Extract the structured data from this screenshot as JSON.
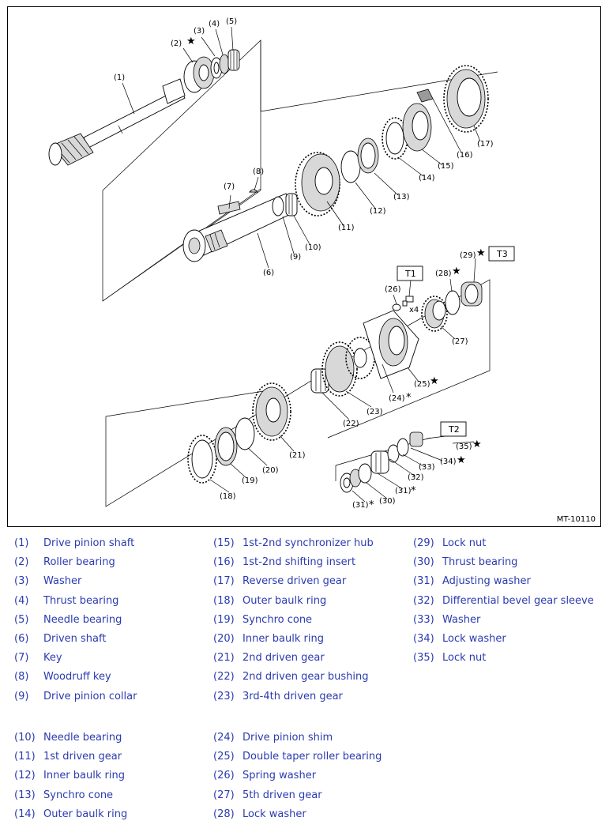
{
  "diagram": {
    "code": "MT-10110",
    "labels": [
      "(1)",
      "(2)",
      "(3)",
      "(4)",
      "(5)",
      "(6)",
      "(7)",
      "(8)",
      "(9)",
      "(10)",
      "(11)",
      "(12)",
      "(13)",
      "(14)",
      "(15)",
      "(16)",
      "(17)",
      "(18)",
      "(19)",
      "(20)",
      "(21)",
      "(22)",
      "(23)",
      "(24)",
      "(25)",
      "(26)",
      "(27)",
      "(28)",
      "(29)",
      "(30)",
      "(31)",
      "(31)",
      "(32)",
      "(33)",
      "(34)",
      "(35)"
    ],
    "torque_boxes": [
      "T1",
      "T2",
      "T3"
    ],
    "quantity": "x4",
    "star": "★",
    "asterisk": "*"
  },
  "legend": [
    {
      "num": "(1)",
      "name": "Drive pinion shaft"
    },
    {
      "num": "(2)",
      "name": "Roller bearing"
    },
    {
      "num": "(3)",
      "name": "Washer"
    },
    {
      "num": "(4)",
      "name": "Thrust bearing"
    },
    {
      "num": "(5)",
      "name": "Needle bearing"
    },
    {
      "num": "(6)",
      "name": "Driven shaft"
    },
    {
      "num": "(7)",
      "name": "Key"
    },
    {
      "num": "(8)",
      "name": "Woodruff key"
    },
    {
      "num": "(9)",
      "name": "Drive pinion collar"
    },
    {
      "num": "(10)",
      "name": "Needle bearing"
    },
    {
      "num": "(11)",
      "name": "1st driven gear"
    },
    {
      "num": "(12)",
      "name": "Inner baulk ring"
    },
    {
      "num": "(13)",
      "name": "Synchro cone"
    },
    {
      "num": "(14)",
      "name": "Outer baulk ring"
    },
    {
      "num": "(15)",
      "name": "1st-2nd synchronizer hub"
    },
    {
      "num": "(16)",
      "name": "1st-2nd shifting insert"
    },
    {
      "num": "(17)",
      "name": "Reverse driven gear"
    },
    {
      "num": "(18)",
      "name": "Outer baulk ring"
    },
    {
      "num": "(19)",
      "name": "Synchro cone"
    },
    {
      "num": "(20)",
      "name": "Inner baulk ring"
    },
    {
      "num": "(21)",
      "name": "2nd driven gear"
    },
    {
      "num": "(22)",
      "name": "2nd driven gear bushing"
    },
    {
      "num": "(23)",
      "name": "3rd-4th driven gear"
    },
    {
      "num": "(24)",
      "name": "Drive pinion shim"
    },
    {
      "num": "(25)",
      "name": "Double taper roller bearing"
    },
    {
      "num": "(26)",
      "name": "Spring washer"
    },
    {
      "num": "(27)",
      "name": "5th driven gear"
    },
    {
      "num": "(28)",
      "name": "Lock washer"
    },
    {
      "num": "(29)",
      "name": "Lock nut"
    },
    {
      "num": "(30)",
      "name": "Thrust bearing"
    },
    {
      "num": "(31)",
      "name": "Adjusting washer"
    },
    {
      "num": "(32)",
      "name": "Differential bevel gear sleeve"
    },
    {
      "num": "(33)",
      "name": "Washer"
    },
    {
      "num": "(34)",
      "name": "Lock washer"
    },
    {
      "num": "(35)",
      "name": "Lock nut"
    }
  ]
}
